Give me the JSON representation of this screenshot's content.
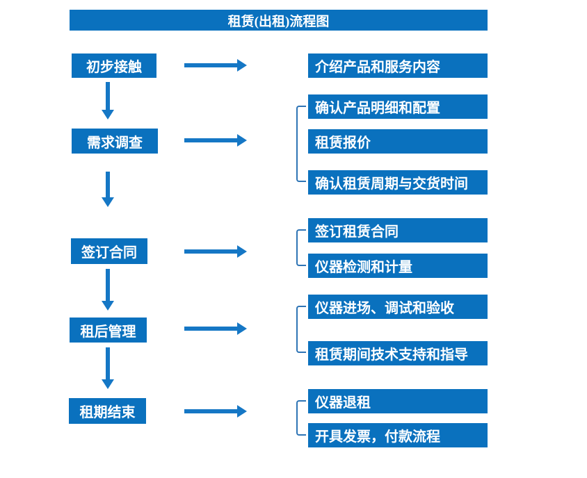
{
  "title": "租赁(出租)流程图",
  "colors": {
    "box_fill": "#0a71be",
    "arrow": "#1577c5",
    "bracket": "#2e74b5",
    "text": "#ffffff"
  },
  "stages": [
    {
      "label": "初步接触",
      "outputs": [
        "介绍产品和服务内容"
      ]
    },
    {
      "label": "需求调查",
      "outputs": [
        "确认产品明细和配置",
        "租赁报价",
        "确认租赁周期与交货时间"
      ]
    },
    {
      "label": "签订合同",
      "outputs": [
        "签订租赁合同",
        "仪器检测和计量"
      ]
    },
    {
      "label": "租后管理",
      "outputs": [
        "仪器进场、调试和验收",
        "租赁期间技术支持和指导"
      ]
    },
    {
      "label": "租期结束",
      "outputs": [
        "仪器退租",
        "开具发票，付款流程"
      ]
    }
  ]
}
